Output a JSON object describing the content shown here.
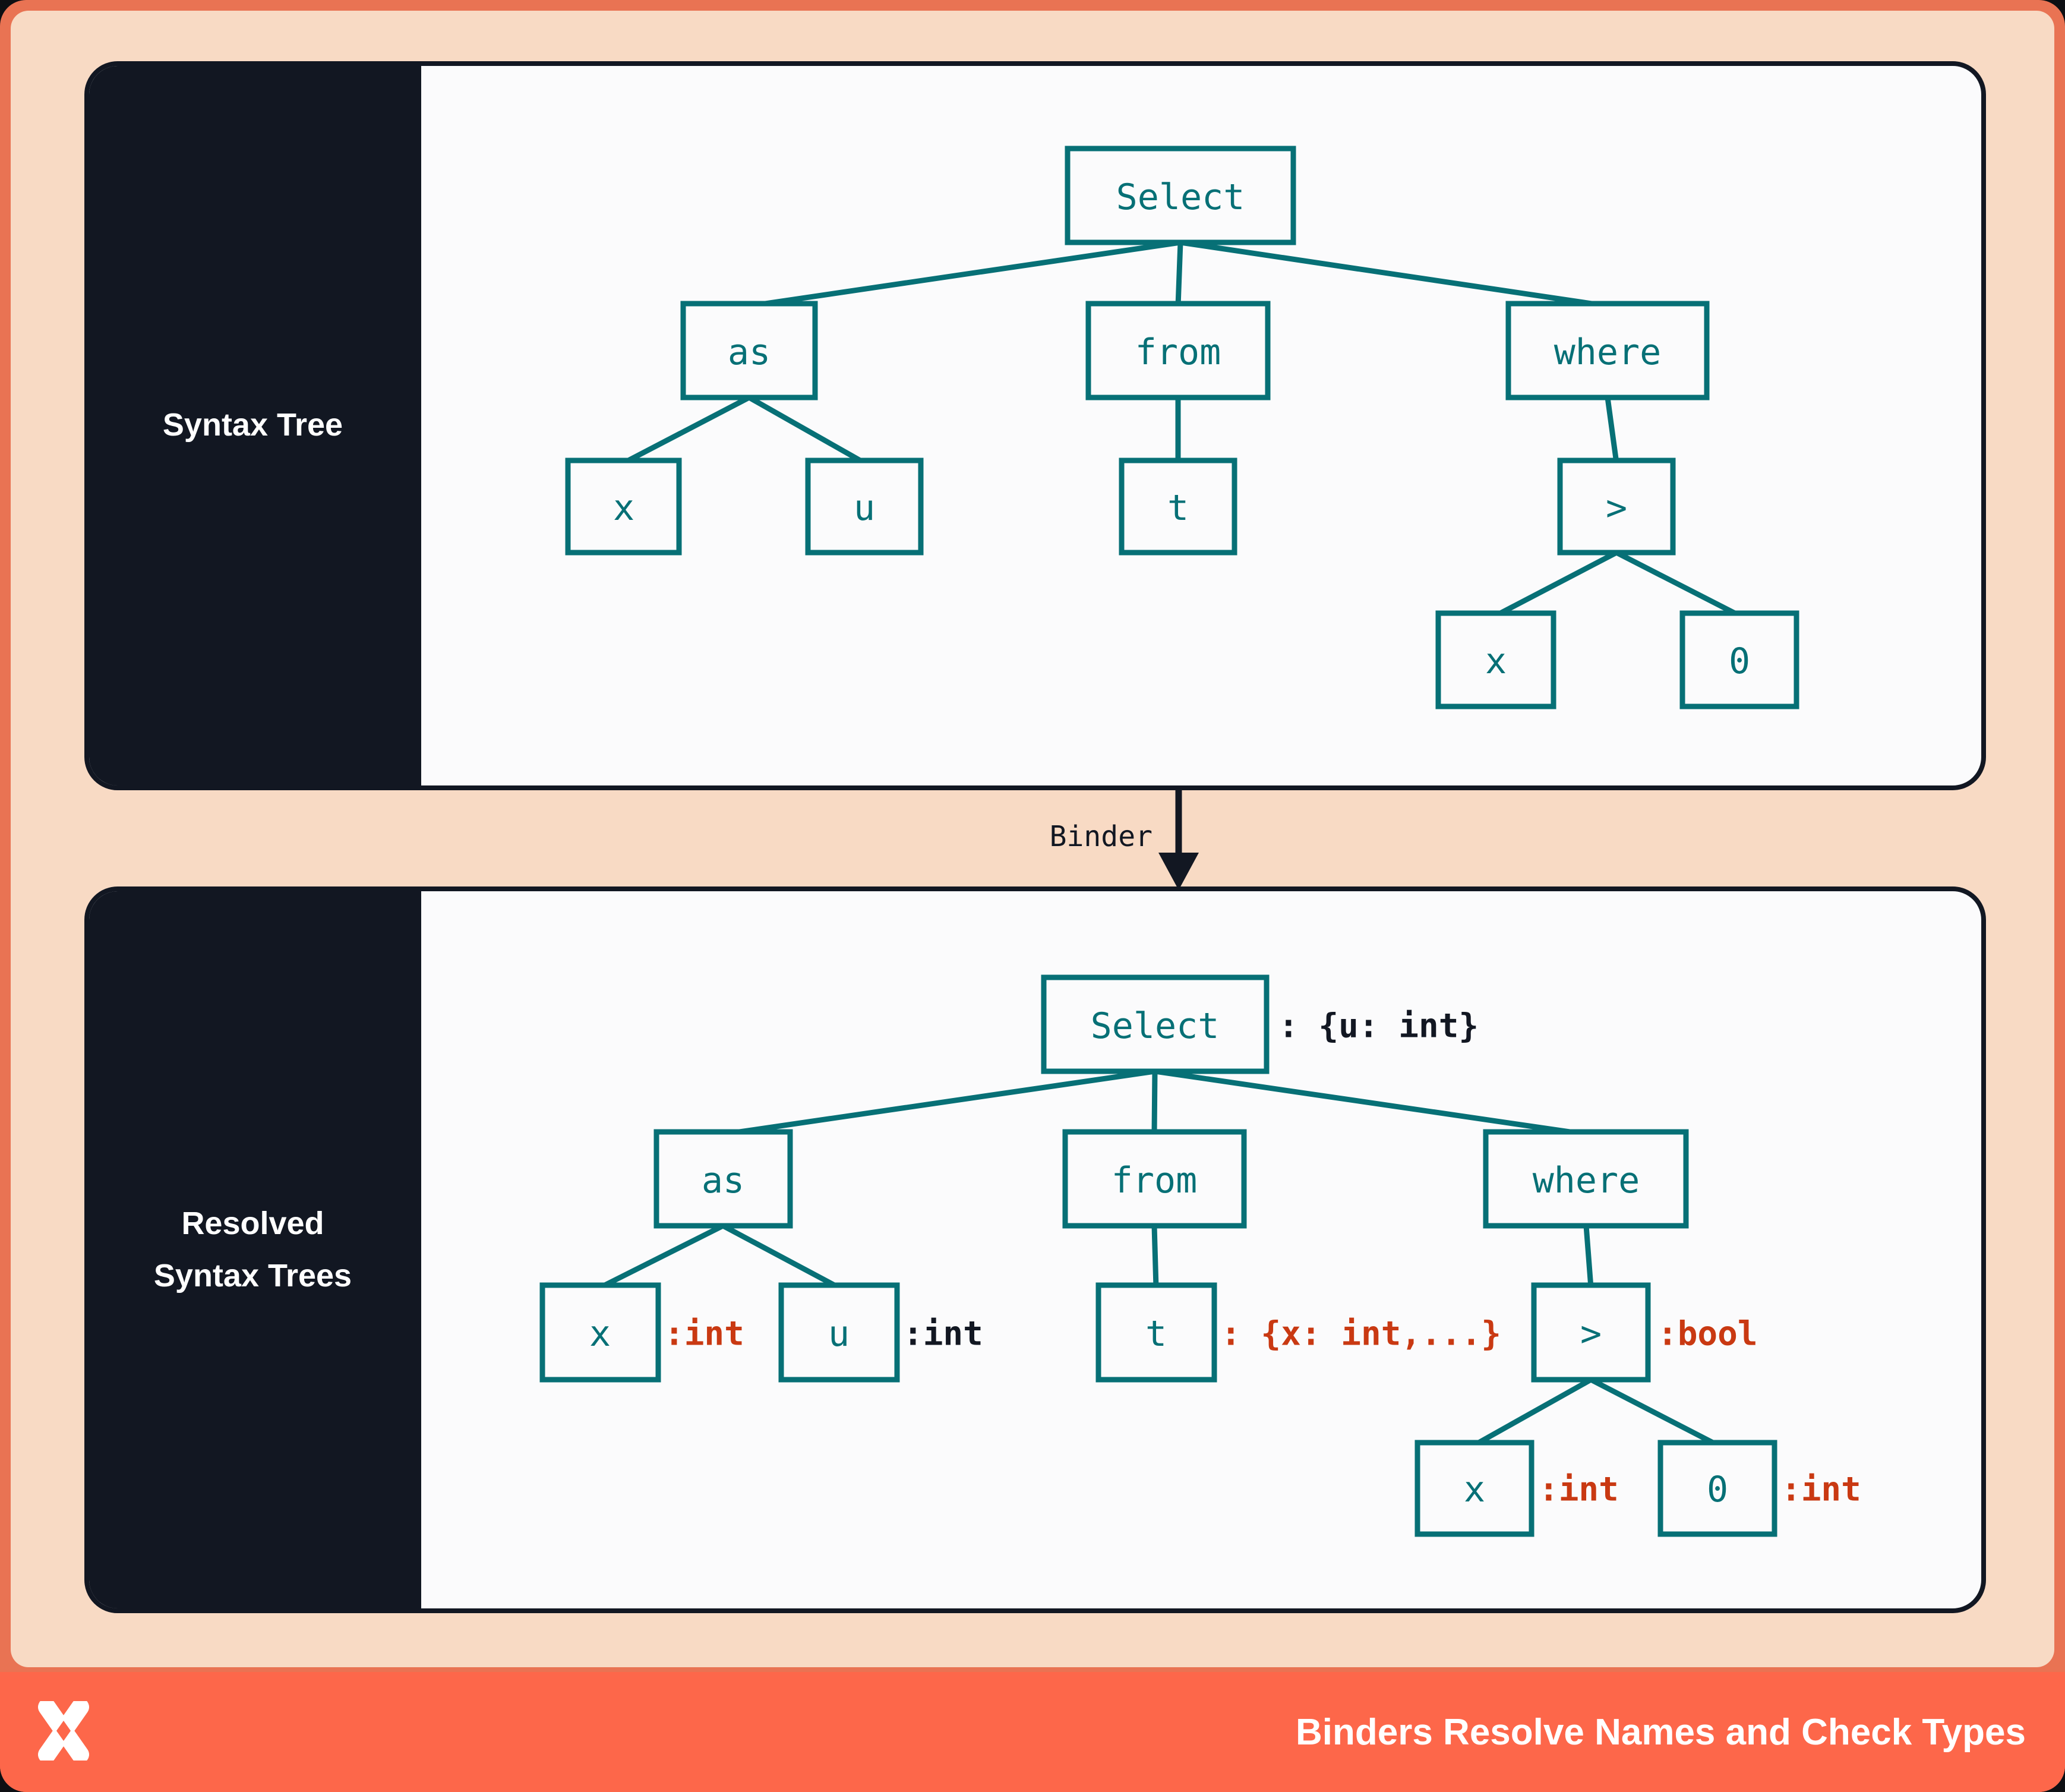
{
  "colors": {
    "teal": "#077076",
    "annotation_red": "#C93912",
    "navy": "#121722",
    "peach_background": "#F8DAC4",
    "frame_orange": "#E97353",
    "footer_orange": "#FD674A",
    "panel_background": "#FBFBFC"
  },
  "top_panel": {
    "sidebar_label": "Syntax Tree",
    "nodes": {
      "select": "Select",
      "as": "as",
      "from": "from",
      "where": "where",
      "x1": "x",
      "u": "u",
      "t": "t",
      "gt": ">",
      "x2": "x",
      "zero": "0"
    }
  },
  "binder": {
    "label": "Binder"
  },
  "bottom_panel": {
    "sidebar_label_line1": "Resolved",
    "sidebar_label_line2": "Syntax Trees",
    "nodes": {
      "select": "Select",
      "as": "as",
      "from": "from",
      "where": "where",
      "x1": "x",
      "u": "u",
      "t": "t",
      "gt": ">",
      "x2": "x",
      "zero": "0"
    },
    "annotations": {
      "select": ": {u: int}",
      "x1": ":int",
      "u": ":int",
      "t": ": {x: int,...}",
      "gt": ":bool",
      "x2": ":int",
      "zero": ":int"
    }
  },
  "footer": {
    "caption": "Binders Resolve Names and Check Types"
  }
}
